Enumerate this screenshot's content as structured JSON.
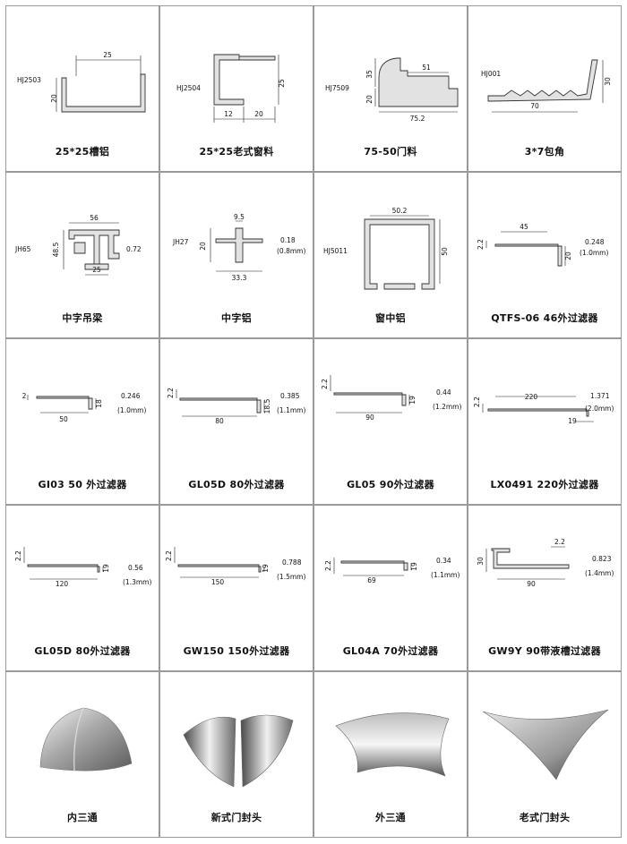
{
  "items": [
    {
      "caption": "25*25槽铝",
      "code": "HJ2503",
      "dims": [
        "25",
        "20"
      ]
    },
    {
      "caption": "25*25老式窗料",
      "code": "HJ2504",
      "dims": [
        "12",
        "20",
        "25"
      ]
    },
    {
      "caption": "75-50门料",
      "code": "HJ7509",
      "dims": [
        "51",
        "35",
        "20",
        "75.2"
      ]
    },
    {
      "caption": "3*7包角",
      "code": "HJ001",
      "dims": [
        "70",
        "30"
      ]
    },
    {
      "caption": "中字吊梁",
      "code": "JH65",
      "dims": [
        "56",
        "48.5",
        "25",
        "0.72"
      ]
    },
    {
      "caption": "中字铝",
      "code": "JH27",
      "dims": [
        "9.5",
        "20",
        "33.3",
        "0.18",
        "(0.8mm)"
      ]
    },
    {
      "caption": "窗中铝",
      "code": "HJ5011",
      "dims": [
        "50.2",
        "50"
      ]
    },
    {
      "caption": "QTFS-06 46外过滤器",
      "code": "",
      "dims": [
        "45",
        "2.2",
        "20",
        "0.248",
        "(1.0mm)"
      ]
    },
    {
      "caption": "GI03 50 外过滤器",
      "code": "",
      "dims": [
        "2",
        "50",
        "18",
        "0.246",
        "(1.0mm)"
      ]
    },
    {
      "caption": "GL05D 80外过滤器",
      "code": "",
      "dims": [
        "2.2",
        "80",
        "18.5",
        "0.385",
        "(1.1mm)"
      ]
    },
    {
      "caption": "GL05 90外过滤器",
      "code": "",
      "dims": [
        "2.2",
        "90",
        "19",
        "0.44",
        "(1.2mm)"
      ]
    },
    {
      "caption": "LX0491 220外过滤器",
      "code": "",
      "dims": [
        "2.2",
        "220",
        "19",
        "1.371",
        "(2.0mm)"
      ]
    },
    {
      "caption": "GL05D 80外过滤器",
      "code": "",
      "dims": [
        "2.2",
        "120",
        "19",
        "0.56",
        "(1.3mm)"
      ]
    },
    {
      "caption": "GW150 150外过滤器",
      "code": "",
      "dims": [
        "2.2",
        "150",
        "19",
        "0.788",
        "(1.5mm)"
      ]
    },
    {
      "caption": "GL04A 70外过滤器",
      "code": "",
      "dims": [
        "2.2",
        "69",
        "19",
        "0.34",
        "(1.1mm)"
      ]
    },
    {
      "caption": "GW9Y 90带液槽过滤器",
      "code": "",
      "dims": [
        "30",
        "2.2",
        "90",
        "0.823",
        "(1.4mm)"
      ]
    },
    {
      "caption": "内三通",
      "code": "",
      "dims": []
    },
    {
      "caption": "新式门封头",
      "code": "",
      "dims": []
    },
    {
      "caption": "外三通",
      "code": "",
      "dims": []
    },
    {
      "caption": "老式门封头",
      "code": "",
      "dims": []
    }
  ]
}
